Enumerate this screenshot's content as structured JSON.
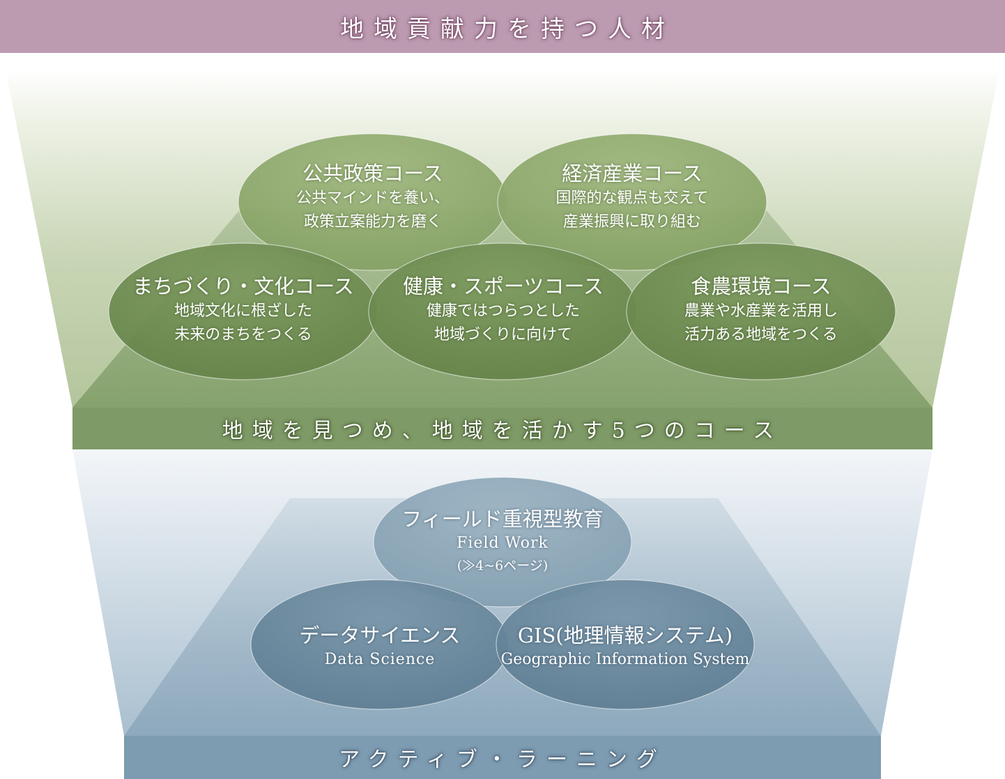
{
  "header": {
    "title": "地域貢献力を持つ人材"
  },
  "courses_platform": {
    "label": "地域を見つめ、地域を活かす5つのコース",
    "color": "#7e9a66",
    "courses": [
      {
        "title": "公共政策コース",
        "desc1": "公共マインドを養い、",
        "desc2": "政策立案能力を磨く"
      },
      {
        "title": "経済産業コース",
        "desc1": "国際的な観点も交えて",
        "desc2": "産業振興に取り組む"
      },
      {
        "title": "まちづくり・文化コース",
        "desc1": "地域文化に根ざした",
        "desc2": "未来のまちをつくる"
      },
      {
        "title": "健康・スポーツコース",
        "desc1": "健康ではつらつとした",
        "desc2": "地域づくりに向けて"
      },
      {
        "title": "食農環境コース",
        "desc1": "農業や水産業を活用し",
        "desc2": "活力ある地域をつくる"
      }
    ]
  },
  "learning_platform": {
    "label": "アクティブ・ラーニング",
    "color": "#7d9bb1",
    "items": [
      {
        "title": "フィールド重視型教育",
        "en": "Field Work",
        "page": "(≫4~6ページ)"
      },
      {
        "title": "データサイエンス",
        "en": "Data Science"
      },
      {
        "title": "GIS(地理情報システム)",
        "en": "Geographic Information System"
      }
    ]
  }
}
